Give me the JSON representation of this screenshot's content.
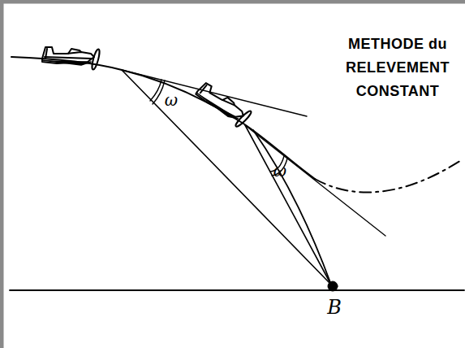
{
  "diagram": {
    "title": "METHODE du RELEVEMENT CONSTANT",
    "labels": [
      "ω",
      "ω",
      "B"
    ]
  }
}
